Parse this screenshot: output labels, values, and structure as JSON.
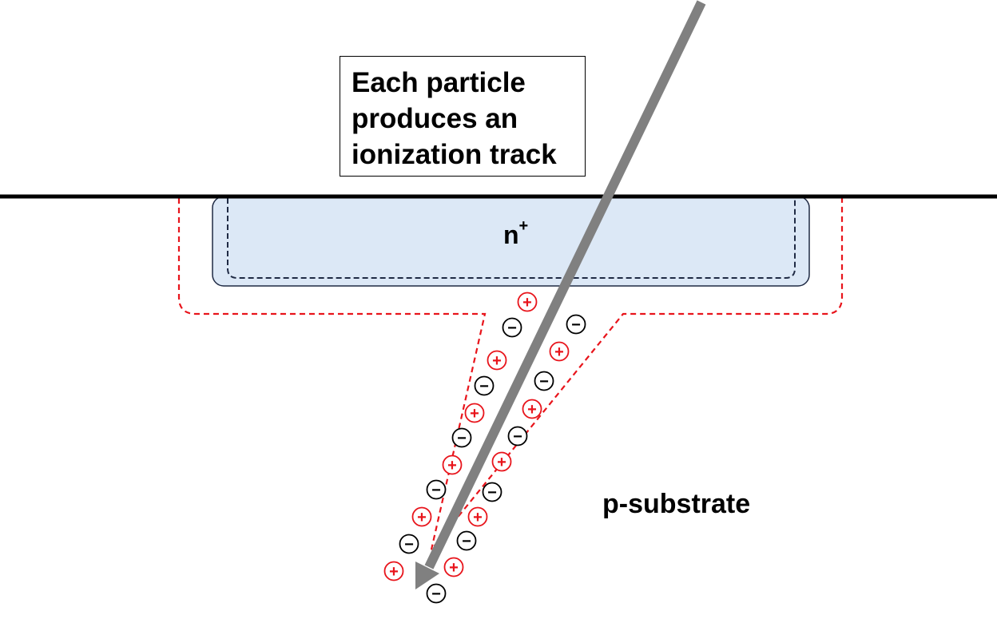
{
  "callout": {
    "text": "Each particle produces an ionization track"
  },
  "n_region": {
    "label": "n",
    "superscript": "+"
  },
  "substrate": {
    "label": "p-substrate"
  },
  "charges": {
    "positive_symbol": "+",
    "negative_symbol": "−"
  },
  "colors": {
    "positive": "#e8141b",
    "negative": "#000000",
    "depletion_outline": "#e8141b",
    "n_region_fill": "#dce8f6",
    "n_region_border": "#1f2a44",
    "track": "#808080",
    "surface_line": "#000000"
  }
}
